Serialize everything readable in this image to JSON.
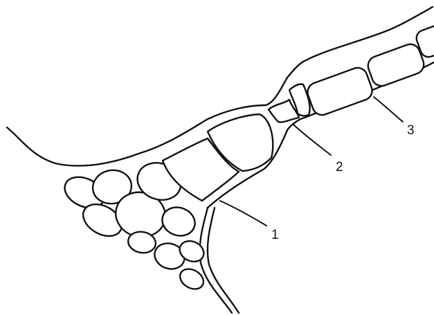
{
  "labels": [
    {
      "id": "1",
      "text": "1"
    },
    {
      "id": "2",
      "text": "2"
    },
    {
      "id": "3",
      "text": "3"
    }
  ],
  "style": {
    "line_color": "#111111",
    "background": "#ffffff"
  }
}
